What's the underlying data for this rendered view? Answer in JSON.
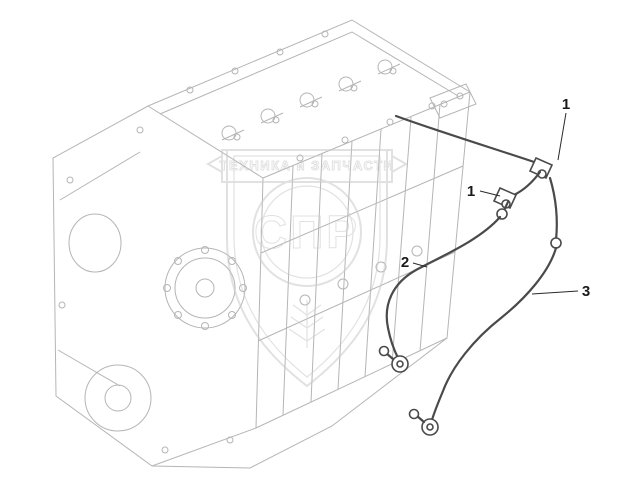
{
  "diagram": {
    "description": "Isometric line drawing of an engine cylinder block with fuel supply pipes and elbow fittings",
    "callouts": [
      "1",
      "1",
      "2",
      "3"
    ]
  },
  "watermark": {
    "ribbon_text": "ТЕХНИКА и ЗАПЧАСТИ",
    "monogram": "СПР"
  },
  "colors": {
    "background": "#ffffff",
    "engine_line": "#b5b5b5",
    "pipe_line": "#4a4a4a",
    "label_text": "#1a1a1a",
    "watermark": "#c9c9c9"
  }
}
